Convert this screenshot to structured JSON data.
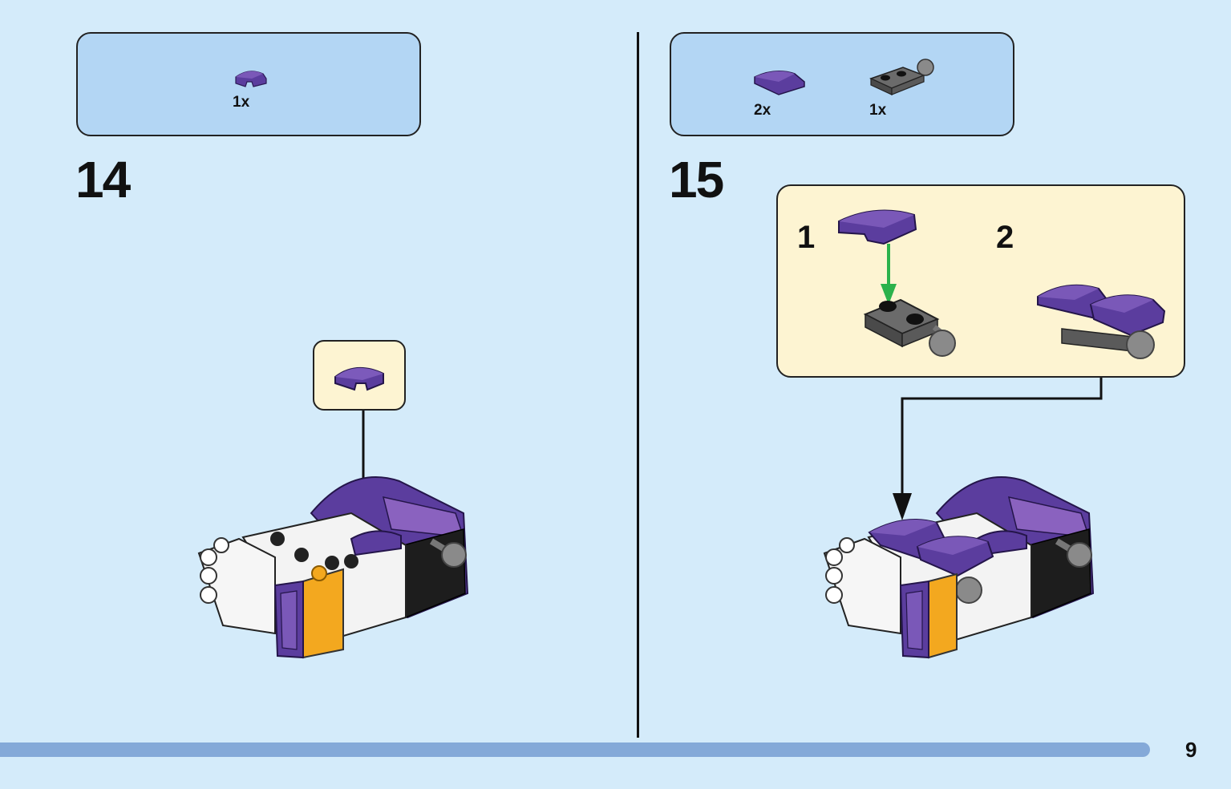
{
  "steps": [
    {
      "number": "14",
      "parts": [
        {
          "icon": "purple-curved-slope-tile-icon",
          "qty": "1x"
        }
      ]
    },
    {
      "number": "15",
      "parts": [
        {
          "icon": "purple-curved-slope-tile-icon",
          "qty": "2x"
        },
        {
          "icon": "gray-plate-with-ball-joint-icon",
          "qty": "1x"
        }
      ],
      "substeps": [
        {
          "number": "1"
        },
        {
          "number": "2"
        }
      ]
    }
  ],
  "page_number": "9",
  "colors": {
    "background": "#d4ebfa",
    "parts_box": "#b3d6f4",
    "callout": "#fdf4d2",
    "purple": "#5b3d9e",
    "purple_light": "#8a62bf",
    "gray": "#6b6b6b",
    "orange": "#f3a81f",
    "arrow_green": "#2bb24c",
    "footer_bar": "#84a9d8"
  }
}
